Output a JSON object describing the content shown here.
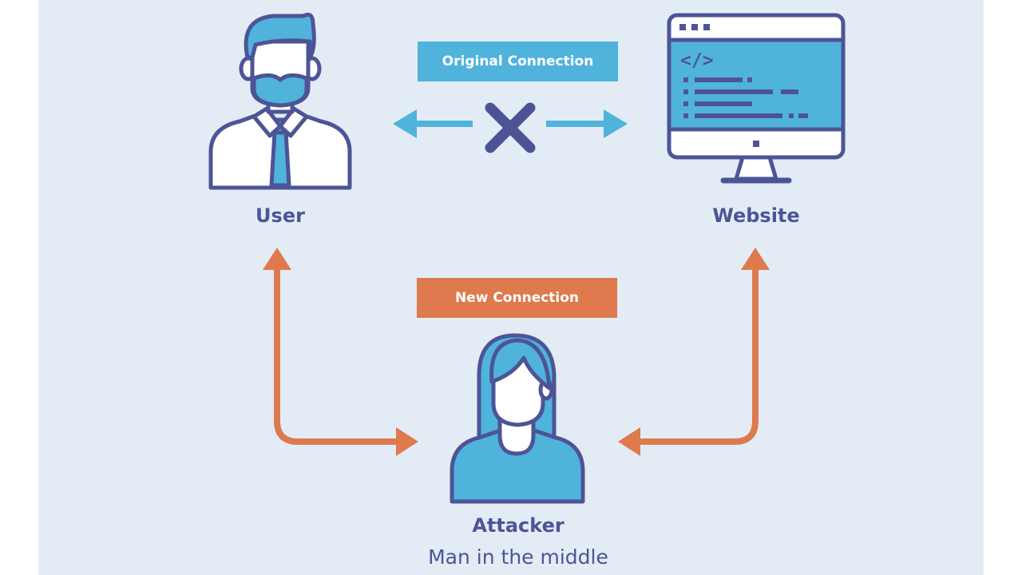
{
  "nodes": {
    "user": {
      "label": "User"
    },
    "website": {
      "label": "Website"
    },
    "attacker": {
      "label": "Attacker",
      "sublabel": "Man in the middle"
    }
  },
  "connections": {
    "original": {
      "label": "Original Connection",
      "status": "broken"
    },
    "new": {
      "label": "New Connection"
    }
  },
  "colors": {
    "background": "#e3ecf5",
    "primary_blue": "#4fb3dc",
    "outline_navy": "#4d5496",
    "accent_orange": "#de7a4e",
    "white": "#ffffff"
  }
}
